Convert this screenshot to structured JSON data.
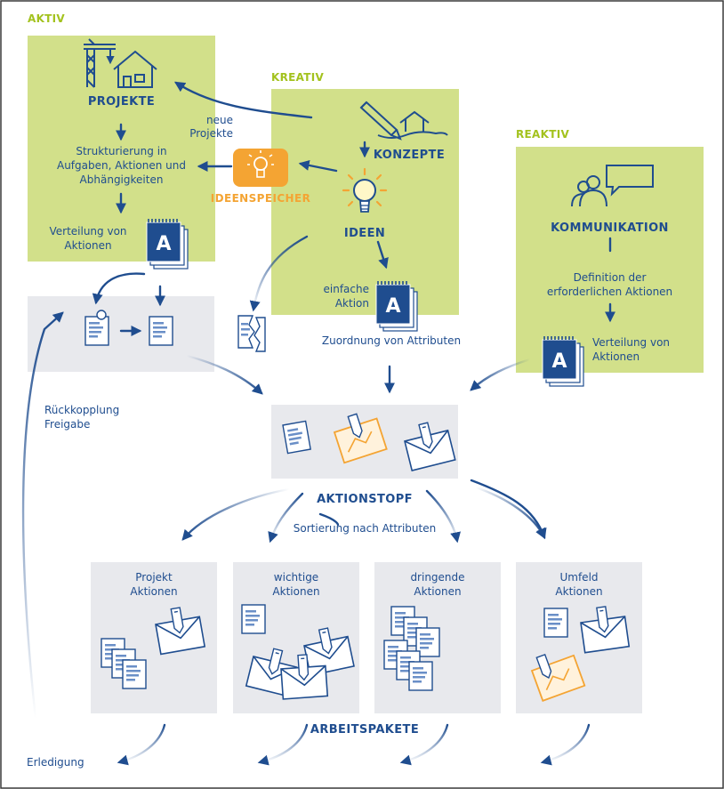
{
  "sections": {
    "aktiv": "AKTIV",
    "kreativ": "KREATIV",
    "reaktiv": "REAKTIV"
  },
  "aktiv": {
    "projekte": "PROJEKTE",
    "struktur_1": "Strukturierung in",
    "struktur_2": "Aufgaben, Aktionen und",
    "struktur_3": "Abhängigkeiten",
    "verteilung_1": "Verteilung von",
    "verteilung_2": "Aktionen"
  },
  "kreativ": {
    "neue_1": "neue",
    "neue_2": "Projekte",
    "konzepte": "KONZEPTE",
    "ideenspeicher": "IDEENSPEICHER",
    "ideen": "IDEEN",
    "einfache_1": "einfache",
    "einfache_2": "Aktion"
  },
  "reaktiv": {
    "kommunikation": "KOMMUNIKATION",
    "definition_1": "Definition der",
    "definition_2": "erforderlichen Aktionen",
    "verteilung_1": "Verteilung von",
    "verteilung_2": "Aktionen"
  },
  "flow": {
    "zuordnung": "Zuordnung von Attributen",
    "rueck_1": "Rückkopplung",
    "rueck_2": "Freigabe",
    "aktionstopf": "AKTIONSTOPF",
    "sortierung": "Sortierung nach Attributen",
    "arbeitspakete": "ARBEITSPAKETE",
    "erledigung": "Erledigung"
  },
  "packages": [
    {
      "line1": "Projekt",
      "line2": "Aktionen"
    },
    {
      "line1": "wichtige",
      "line2": "Aktionen"
    },
    {
      "line1": "dringende",
      "line2": "Aktionen"
    },
    {
      "line1": "Umfeld",
      "line2": "Aktionen"
    }
  ],
  "icons": {
    "action_stack_letter": "A"
  },
  "colors": {
    "green": "#d2e08a",
    "green_text": "#a3c21e",
    "blue": "#1f4d8f",
    "grey": "#e8e9ed",
    "orange": "#f4a433"
  }
}
